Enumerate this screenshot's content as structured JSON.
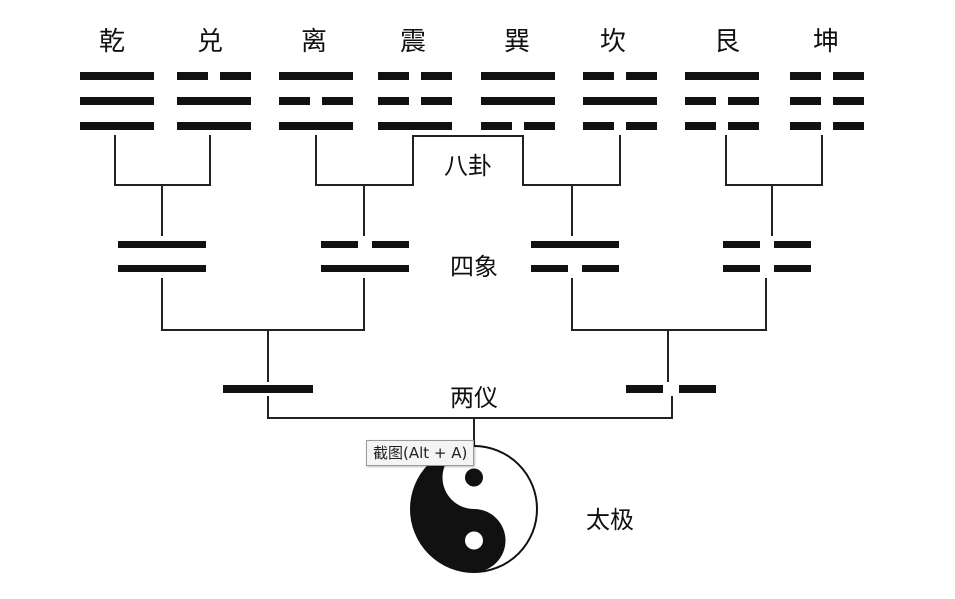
{
  "trigrams": [
    {
      "name": "乾",
      "lines": [
        1,
        1,
        1
      ]
    },
    {
      "name": "兑",
      "lines": [
        0,
        1,
        1
      ]
    },
    {
      "name": "离",
      "lines": [
        1,
        0,
        1
      ]
    },
    {
      "name": "震",
      "lines": [
        0,
        0,
        1
      ]
    },
    {
      "name": "巽",
      "lines": [
        1,
        1,
        0
      ]
    },
    {
      "name": "坎",
      "lines": [
        0,
        1,
        0
      ]
    },
    {
      "name": "艮",
      "lines": [
        1,
        0,
        0
      ]
    },
    {
      "name": "坤",
      "lines": [
        0,
        0,
        0
      ]
    }
  ],
  "sixiang": [
    {
      "lines": [
        1,
        1
      ]
    },
    {
      "lines": [
        0,
        1
      ]
    },
    {
      "lines": [
        1,
        0
      ]
    },
    {
      "lines": [
        0,
        0
      ]
    }
  ],
  "liangyi": [
    {
      "lines": [
        1
      ]
    },
    {
      "lines": [
        0
      ]
    }
  ],
  "levels": {
    "bagua": "八卦",
    "sixiang": "四象",
    "liangyi": "两仪",
    "taiji": "太极"
  },
  "tooltip": "截图(Alt + A)",
  "colors": {
    "ink": "#111111",
    "background": "#ffffff"
  }
}
